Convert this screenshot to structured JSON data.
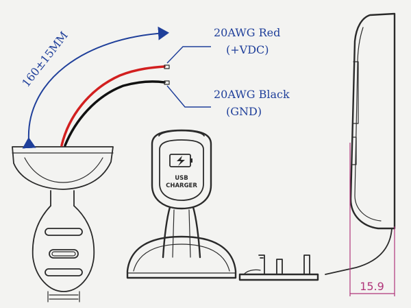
{
  "diagram": {
    "length_label": "160±15MM",
    "red_wire": {
      "gauge": "20AWG Red",
      "polarity": "(+VDC)",
      "color": "#d21f1f"
    },
    "black_wire": {
      "gauge": "20AWG Black",
      "polarity": "(GND)",
      "color": "#111111"
    },
    "panel_text": {
      "line1": "USB",
      "line2": "CHARGER"
    },
    "dimension_label": "15.9",
    "annotation_color": "#1f3f9a",
    "dimension_color": "#b0357a"
  }
}
